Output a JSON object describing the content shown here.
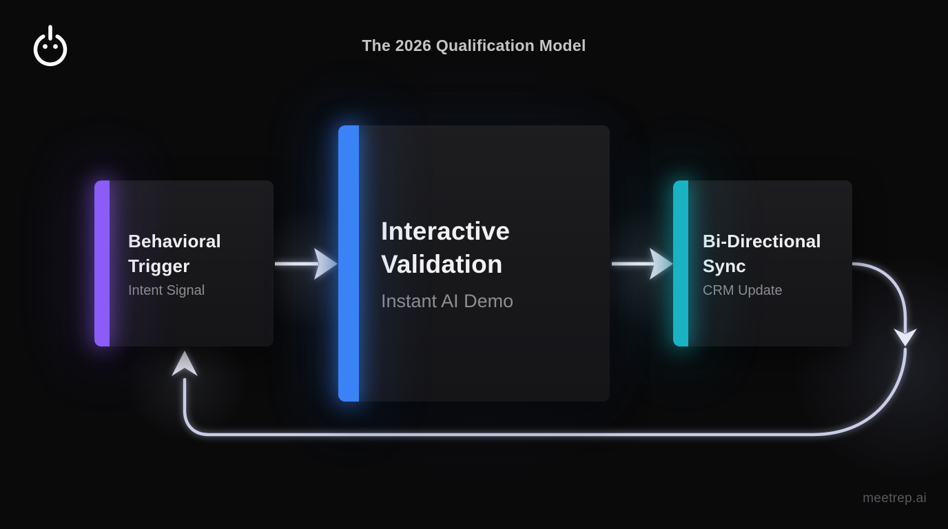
{
  "page": {
    "title": "The 2026 Qualification Model",
    "footer": "meetrep.ai",
    "background": "#0a0a0b"
  },
  "logo": {
    "icon": "power-face-logo",
    "color": "#ffffff"
  },
  "boxes": [
    {
      "title": "Behavioral Trigger",
      "subtitle": "Intent Signal",
      "accent": "#8b5cf6",
      "accent_glow": "rgba(139,92,246,0.55)",
      "accent_soft": "rgba(139,92,246,0.22)"
    },
    {
      "title": "Interactive Validation",
      "subtitle": "Instant AI Demo",
      "accent": "#3b82f6",
      "accent_glow": "rgba(59,130,246,0.55)",
      "accent_soft": "rgba(59,130,246,0.22)"
    },
    {
      "title": "Bi-Directional Sync",
      "subtitle": "CRM Update",
      "accent": "#1ab3c4",
      "accent_glow": "rgba(26,179,196,0.55)",
      "accent_soft": "rgba(26,179,196,0.22)"
    }
  ],
  "connectors": {
    "flow": "Behavioral Trigger -> Interactive Validation -> Bi-Directional Sync -> loop back to Behavioral Trigger",
    "line_color": "#c9cde8",
    "arrow_line_color": "#eef0f8",
    "arrowhead_color": "#e4e7f4",
    "glow_color": "#d7dcff"
  }
}
